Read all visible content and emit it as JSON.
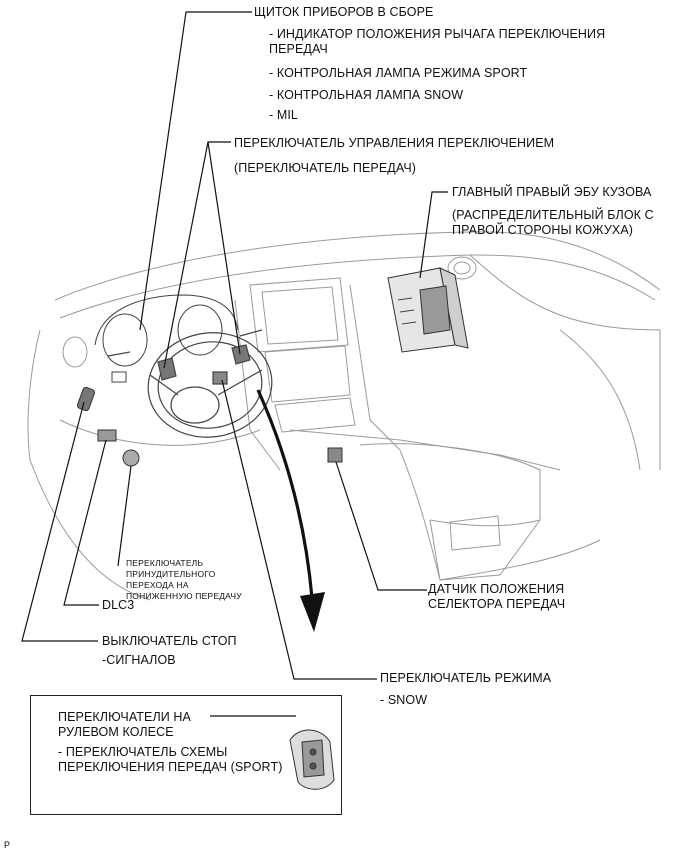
{
  "labels": {
    "cluster_title": "ЩИТОК ПРИБОРОВ В СБОРЕ",
    "cluster_item_1": "- ИНДИКАТОР ПОЛОЖЕНИЯ РЫЧАГА ПЕРЕКЛЮЧЕНИЯ",
    "cluster_item_1b": "ПЕРЕДАЧ",
    "cluster_item_2": "- КОНТРОЛЬНАЯ ЛАМПА РЕЖИМА SPORT",
    "cluster_item_3": "- КОНТРОЛЬНАЯ ЛАМПА SNOW",
    "cluster_item_4": "- MIL",
    "shift_switch_1": "ПЕРЕКЛЮЧАТЕЛЬ УПРАВЛЕНИЯ ПЕРЕКЛЮЧЕНИЕМ",
    "shift_switch_2": "(ПЕРЕКЛЮЧАТЕЛЬ ПЕРЕДАЧ)",
    "ecu_1": "ГЛАВНЫЙ ПРАВЫЙ ЭБУ КУЗОВА",
    "ecu_2": "(РАСПРЕДЕЛИТЕЛЬНЫЙ БЛОК С",
    "ecu_3": "ПРАВОЙ СТОРОНЫ КОЖУХА)",
    "kickdown_1": "ПЕРЕКЛЮЧАТЕЛЬ",
    "kickdown_2": "ПРИНУДИТЕЛЬНОГО",
    "kickdown_3": "ПЕРЕХОДА НА",
    "kickdown_4": "ПОНИЖЕННУЮ ПЕРЕДАЧУ",
    "dlc3": "DLC3",
    "stop_1": "ВЫКЛЮЧАТЕЛЬ СТОП",
    "stop_2": "-СИГНАЛОВ",
    "sensor_1": "ДАТЧИК ПОЛОЖЕНИЯ",
    "sensor_2": "СЕЛЕКТОРА ПЕРЕДАЧ",
    "mode_1": "ПЕРЕКЛЮЧАТЕЛЬ РЕЖИМА",
    "mode_2": "- SNOW",
    "inset_1": "ПЕРЕКЛЮЧАТЕЛИ НА",
    "inset_2": "РУЛЕВОМ КОЛЕСЕ",
    "inset_3": "- ПЕРЕКЛЮЧАТЕЛЬ СХЕМЫ",
    "inset_4": "ПЕРЕКЛЮЧЕНИЯ ПЕРЕДАЧ (SPORT)",
    "corner_mark": "P"
  }
}
